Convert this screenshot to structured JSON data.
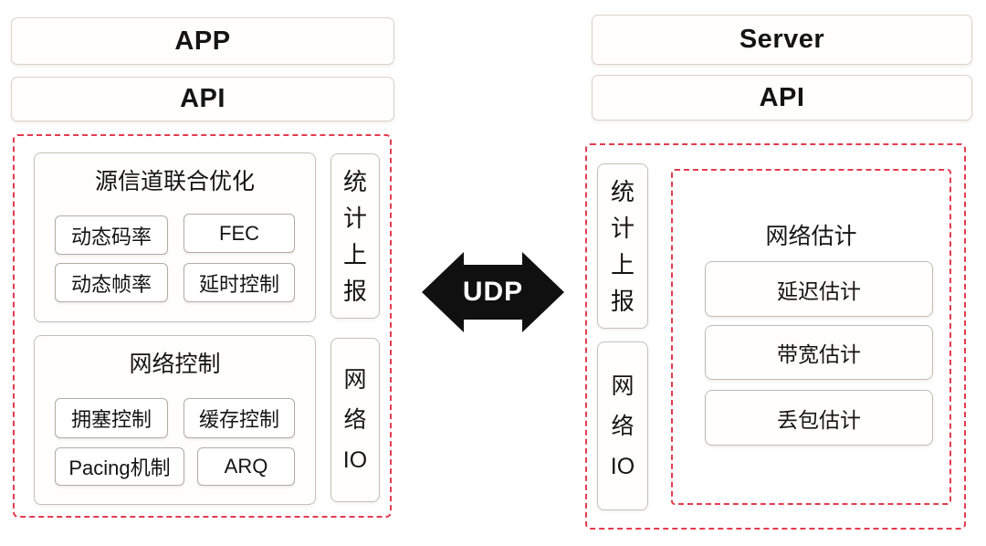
{
  "colors": {
    "dashed_border": "#e23c4f",
    "header_box_border": "#dcd1c8",
    "module_box_border": "#c7bfb7",
    "item_box_border": "#b3aba3",
    "arrow_fill": "#101010",
    "arrow_text": "#ffffff",
    "text": "#141414",
    "background": "#ffffff"
  },
  "client": {
    "app": "APP",
    "api": "API",
    "source_channel": {
      "title": "源信道联合优化",
      "items": [
        "动态码率",
        "FEC",
        "动态帧率",
        "延时控制"
      ]
    },
    "network_control": {
      "title": "网络控制",
      "items": [
        "拥塞控制",
        "缓存控制",
        "Pacing机制",
        "ARQ"
      ]
    },
    "stats_report": "统\n计\n上\n报",
    "network_io": "网\n络\nIO"
  },
  "transport": {
    "label": "UDP"
  },
  "server": {
    "title": "Server",
    "api": "API",
    "stats_report": "统\n计\n上\n报",
    "network_io": "网\n络\nIO",
    "network_estimation": {
      "title": "网络估计",
      "items": [
        "延迟估计",
        "带宽估计",
        "丢包估计"
      ]
    }
  }
}
